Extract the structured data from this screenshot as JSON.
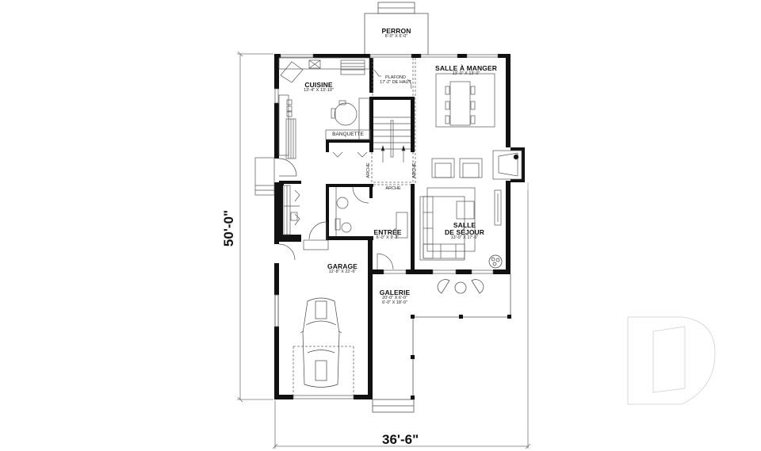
{
  "plan": {
    "type": "floor-plan",
    "dimensions": {
      "depth": "50'-0\"",
      "width": "36'-6\""
    },
    "rooms": [
      {
        "id": "perron",
        "name": "PERRON",
        "size": "8'-0\" X 6'-0\""
      },
      {
        "id": "cuisine",
        "name": "CUISINE",
        "size": "13'-4\" X 13'-10\""
      },
      {
        "id": "salle-a-manger",
        "name": "SALLE À MANGER",
        "size": "13'-0\" X 13'-0\""
      },
      {
        "id": "salle-de-sejour",
        "name_line1": "SALLE",
        "name_line2": "DE SÉJOUR",
        "size": "13'-0\" X 17'-6\""
      },
      {
        "id": "entree",
        "name": "ENTRÉE",
        "size": "6'-0\" X 9'-2\""
      },
      {
        "id": "garage",
        "name": "GARAGE",
        "size": "12'-8\" X 22'-6\""
      },
      {
        "id": "galerie",
        "name": "GALERIE",
        "size_line1": "20'-0\" X 6'-0\"",
        "size_line2": "6'-0\" X 18'-0\""
      }
    ],
    "annotations": {
      "banquette": "BANQUETTE",
      "plafond_line1": "PLAFOND",
      "plafond_line2": "17'-2\" DE HAUT",
      "arche": "ARCHE"
    },
    "colors": {
      "wall": "#111111",
      "line": "#555555",
      "dim_line": "#777777",
      "watermark": "#d0d0d0"
    },
    "icons": [
      "car-icon",
      "dining-table-icon",
      "sofa-icon",
      "fireplace-icon",
      "plant-icon",
      "stairs-icon",
      "toilet-icon",
      "sink-icon",
      "armchair-icon",
      "watermark-logo-icon"
    ]
  }
}
